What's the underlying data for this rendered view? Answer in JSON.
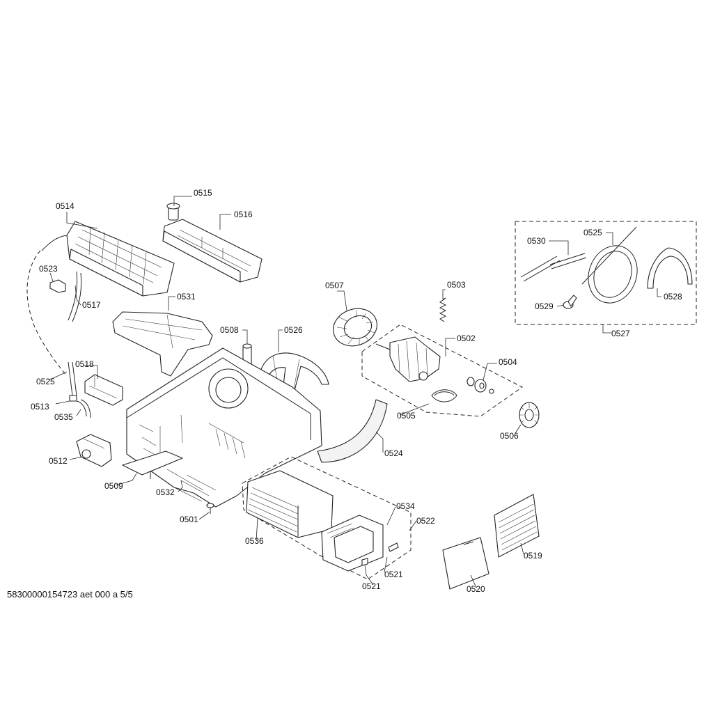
{
  "footer": {
    "doc_id": "58300000154723 aet 000 a 5/5"
  },
  "labels": {
    "0514": "0514",
    "0515": "0515",
    "0516": "0516",
    "0523": "0523",
    "0517": "0517",
    "0531": "0531",
    "0508": "0508",
    "0526": "0526",
    "0507": "0507",
    "0503": "0503",
    "0502": "0502",
    "0504": "0504",
    "0505": "0505",
    "0506": "0506",
    "0524": "0524",
    "0518": "0518",
    "0525_left": "0525",
    "0513": "0513",
    "0535": "0535",
    "0512": "0512",
    "0509": "0509",
    "0532": "0532",
    "0501": "0501",
    "0536": "0536",
    "0534": "0534",
    "0522": "0522",
    "0521_a": "0521",
    "0521_b": "0521",
    "0519": "0519",
    "0520": "0520",
    "0530": "0530",
    "0525_kit": "0525",
    "0529": "0529",
    "0528": "0528",
    "0527": "0527"
  }
}
